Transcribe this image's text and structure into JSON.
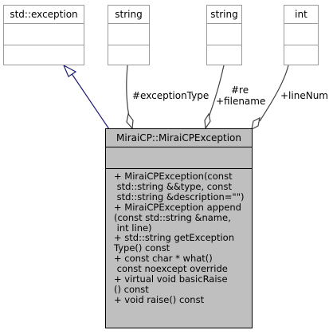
{
  "nodes": {
    "exception": {
      "name": "std::exception"
    },
    "string1": {
      "name": "string"
    },
    "string2": {
      "name": "string"
    },
    "int": {
      "name": "int"
    },
    "main": {
      "name": "MiraiCP::MiraiCPException",
      "methods": [
        "+ MiraiCPException(const",
        " std::string &&type, const",
        " std::string &description=\"\")",
        "+ MiraiCPException append",
        "(const std::string &name,",
        " int line)",
        "+ std::string getException",
        "Type() const",
        "+ const char * what()",
        " const noexcept override",
        "+ virtual void basicRaise",
        "() const",
        "+ void raise() const"
      ]
    }
  },
  "edges": {
    "exceptionType": "#exceptionType",
    "re": "#re",
    "filename": "+filename",
    "lineNum": "+lineNum"
  },
  "colors": {
    "inheritance_line": "#191970",
    "composition_line": "#404040",
    "main_fill": "#bfbfbf",
    "box_border": "#9a9a9a"
  }
}
